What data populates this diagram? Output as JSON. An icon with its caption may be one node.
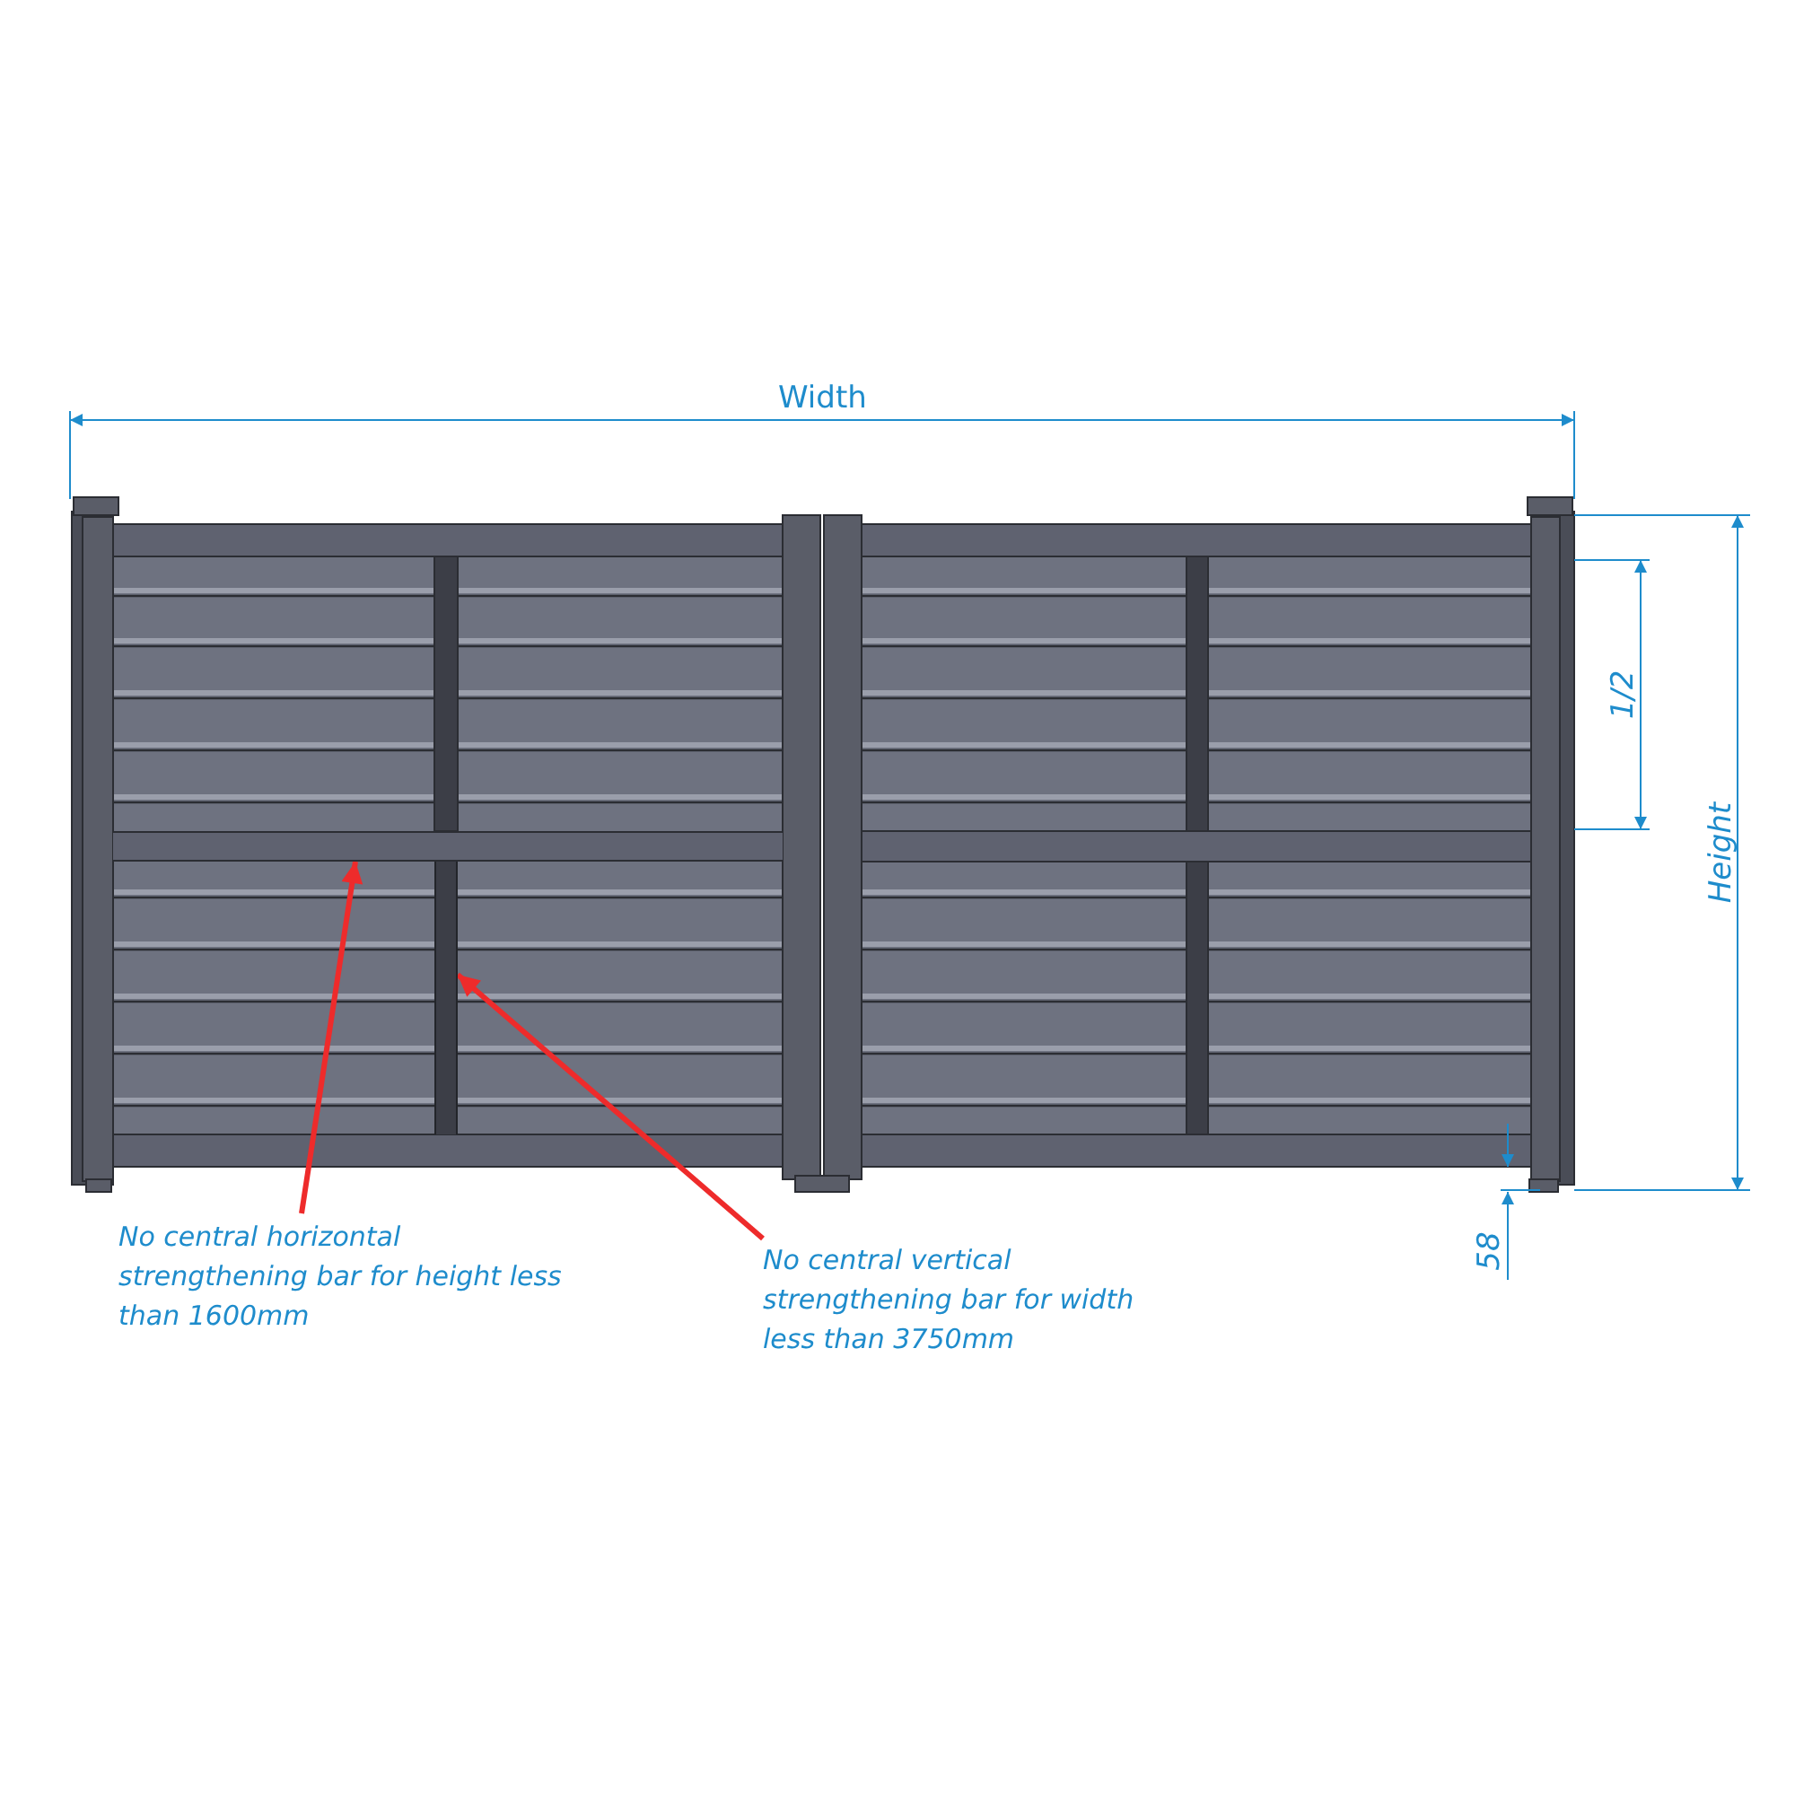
{
  "diagram": {
    "nodes": [
      {
        "text": [
          "No central horizontal strengthening bar for height less than 1600mm"
        ]
      },
      {
        "text": [],
        "shape": "bar"
      },
      {
        "text": [
          "No central vertical strengthening bar for width less than 3750mm"
        ]
      },
      {
        "text": [],
        "shape": "bar"
      }
    ],
    "edges": [
      {
        "from": 0,
        "to": 1,
        "arrow": "to"
      },
      {
        "from": 2,
        "to": 3,
        "arrow": "to"
      }
    ],
    "labels": [
      "Width",
      "1/2",
      "Height",
      "58"
    ]
  }
}
